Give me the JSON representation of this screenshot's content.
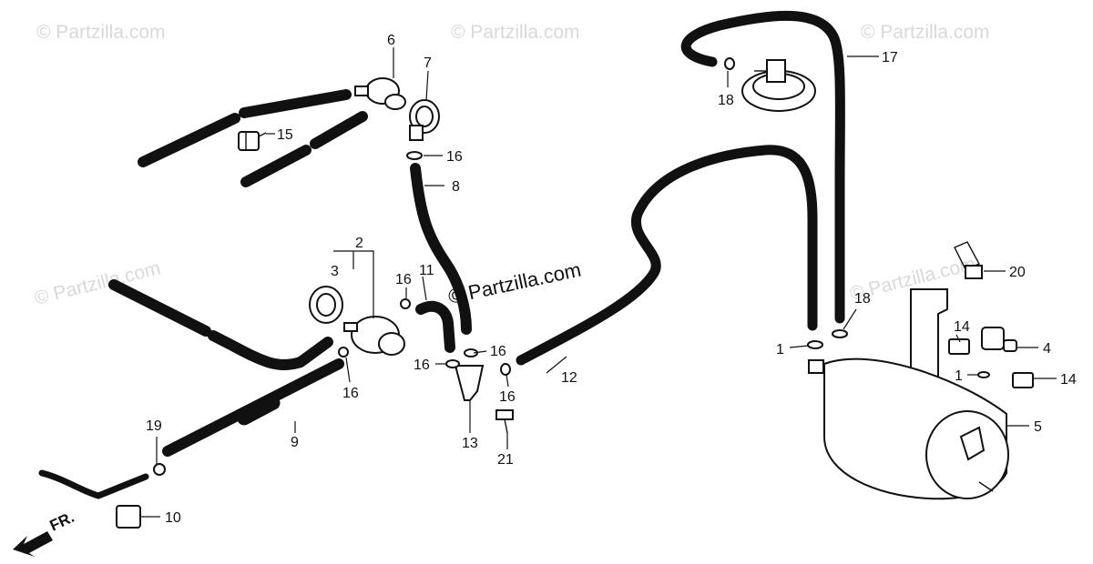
{
  "watermark": "© Partzilla.com",
  "center_watermark": "© Partzilla.com",
  "front_label": "FR.",
  "callouts": {
    "c1a": "1",
    "c1b": "1",
    "c2": "2",
    "c3": "3",
    "c4": "4",
    "c5": "5",
    "c6": "6",
    "c7": "7",
    "c8": "8",
    "c9": "9",
    "c10": "10",
    "c11": "11",
    "c12": "12",
    "c13": "13",
    "c14a": "14",
    "c14b": "14",
    "c15": "15",
    "c16a": "16",
    "c16b": "16",
    "c16c": "16",
    "c16d": "16",
    "c16e": "16",
    "c16f": "16",
    "c17": "17",
    "c18a": "18",
    "c18b": "18",
    "c19": "19",
    "c20": "20",
    "c21": "21"
  }
}
